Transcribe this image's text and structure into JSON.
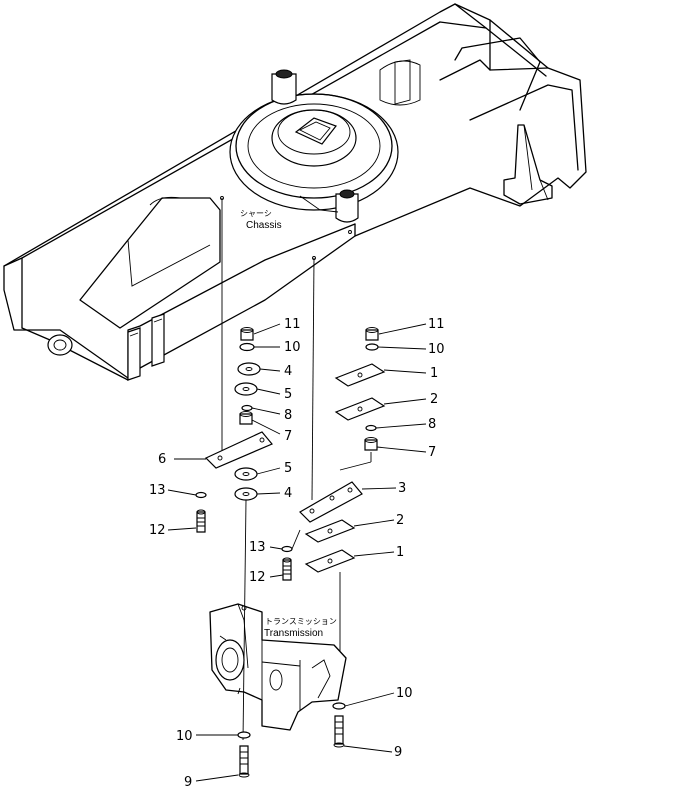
{
  "labels": {
    "chassis_jp": "シャーシ",
    "chassis_en": "Chassis",
    "transmission_jp": "トランスミッション",
    "transmission_en": "Transmission"
  },
  "callouts": [
    "11",
    "10",
    "4",
    "5",
    "8",
    "7",
    "6",
    "5",
    "4",
    "13",
    "12",
    "11",
    "10",
    "1",
    "2",
    "8",
    "7",
    "3",
    "2",
    "13",
    "12",
    "1",
    "10",
    "10",
    "9",
    "9"
  ]
}
